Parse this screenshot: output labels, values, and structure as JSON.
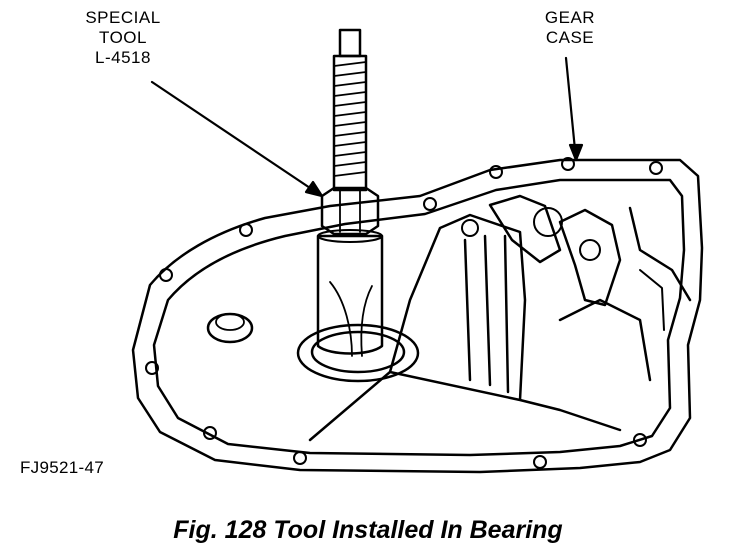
{
  "callouts": {
    "special_tool": {
      "line1": "SPECIAL",
      "line2": "TOOL",
      "line3": "L-4518"
    },
    "gear_case": {
      "line1": "GEAR",
      "line2": "CASE"
    }
  },
  "figure_code": "FJ9521-47",
  "caption": "Fig. 128 Tool Installed In Bearing",
  "colors": {
    "ink": "#000000",
    "paper": "#ffffff"
  }
}
